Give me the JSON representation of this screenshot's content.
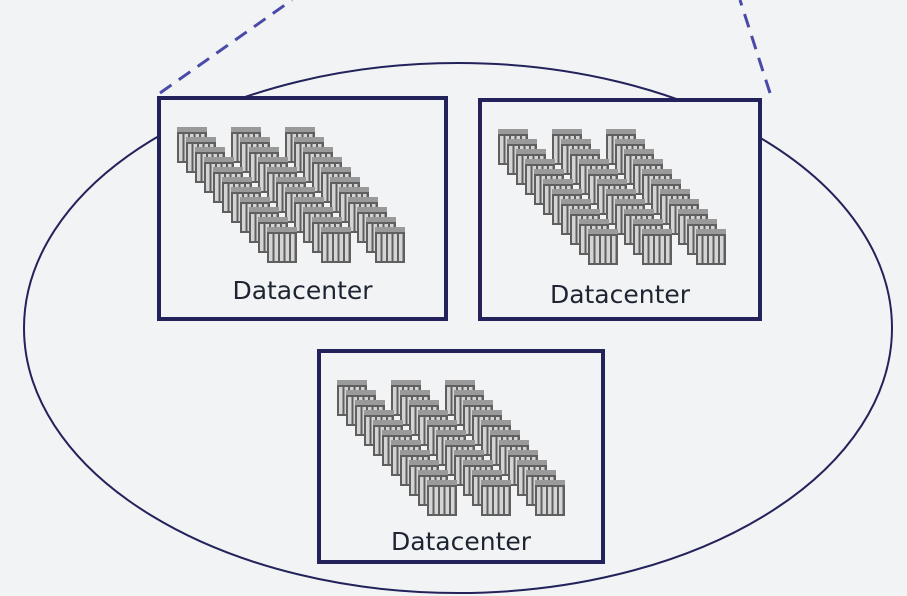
{
  "diagram": {
    "datacenters": [
      {
        "label": "Datacenter"
      },
      {
        "label": "Datacenter"
      },
      {
        "label": "Datacenter"
      }
    ],
    "colors": {
      "background": "#f1f3f4",
      "outline": "#23225a",
      "dashed_lines": "#4a4aa8",
      "rack_dark": "#5f5f5f",
      "rack_light": "#d4d4d4"
    }
  }
}
